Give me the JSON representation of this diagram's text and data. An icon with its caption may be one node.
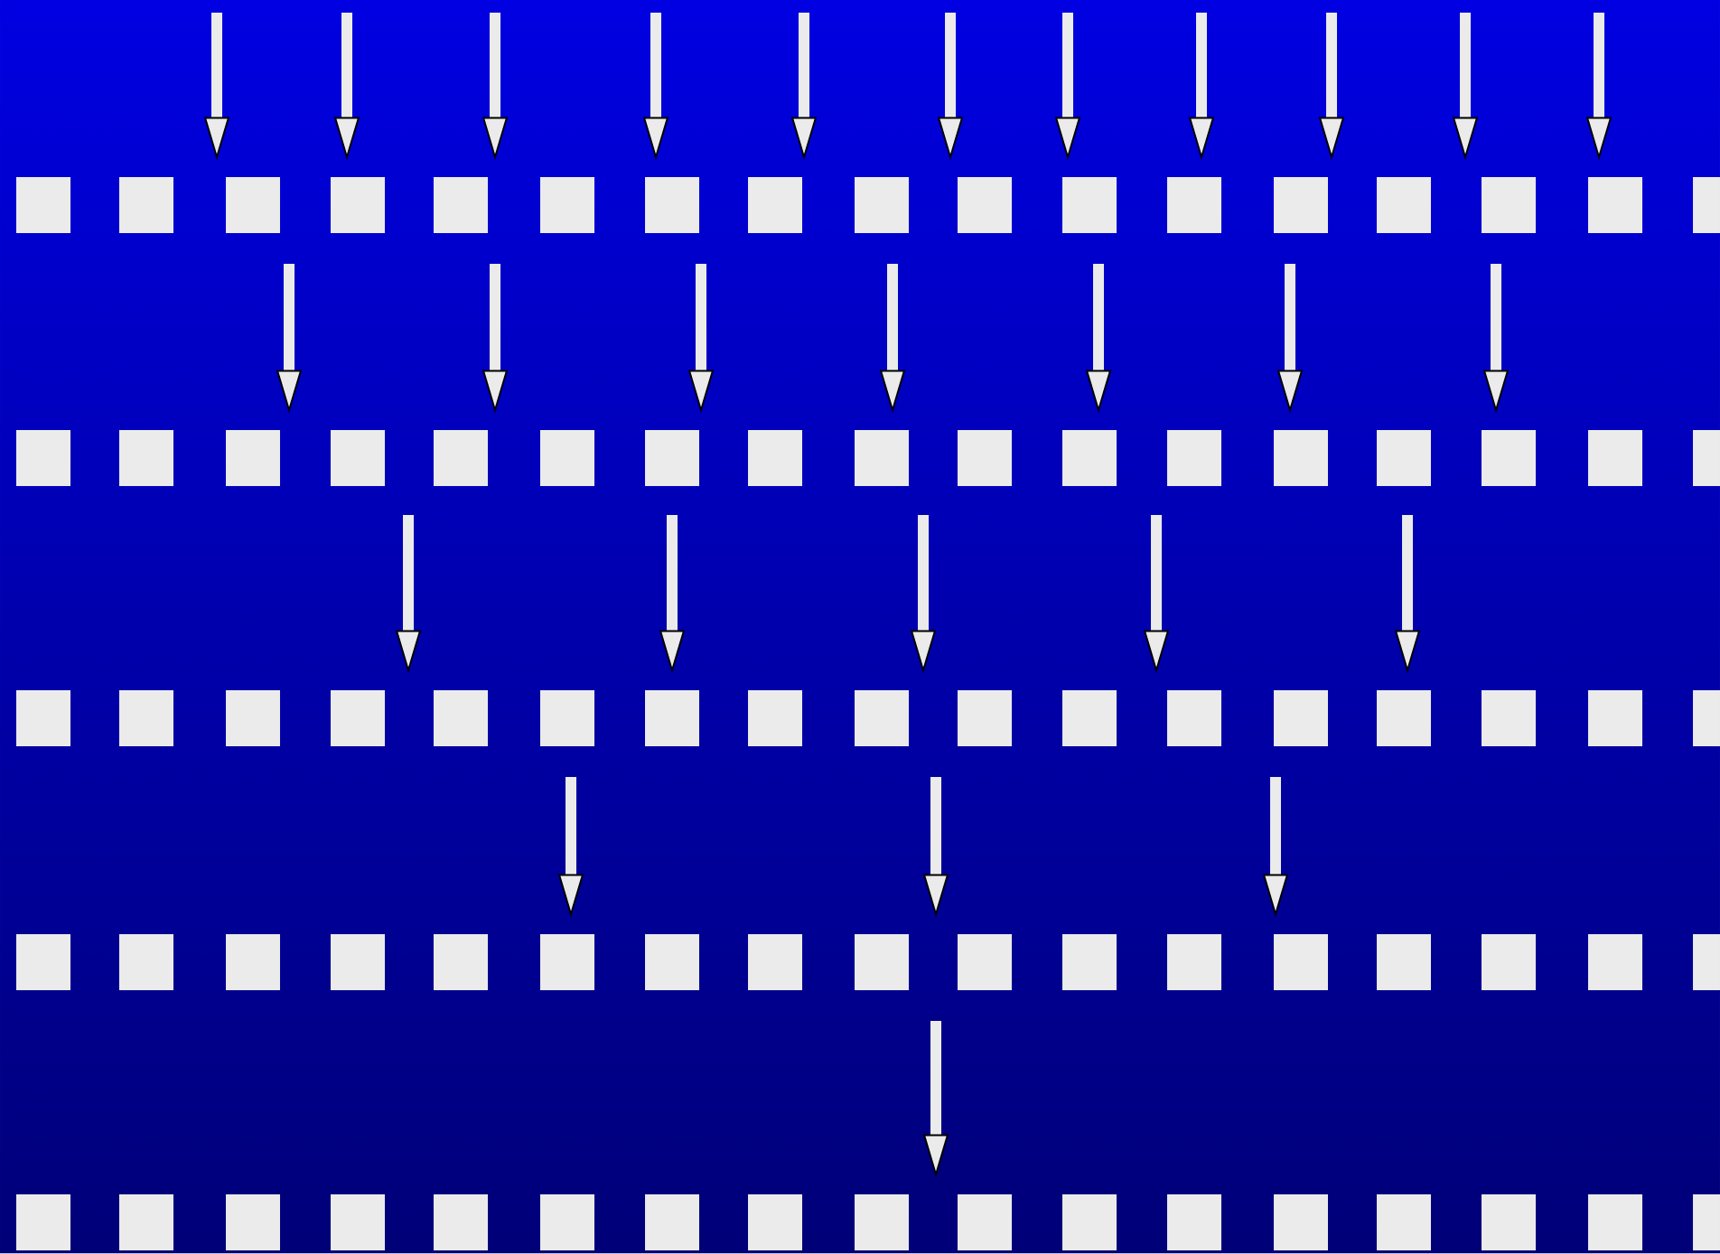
{
  "diagram": {
    "nodes": [
      {
        "text": [],
        "shape": "box"
      },
      {
        "text": [],
        "shape": "box"
      },
      {
        "text": [],
        "shape": "box"
      },
      {
        "text": [],
        "shape": "box"
      },
      {
        "text": [],
        "shape": "box"
      },
      {
        "text": [],
        "shape": "box"
      },
      {
        "text": [],
        "shape": "box"
      },
      {
        "text": [],
        "shape": "box"
      },
      {
        "text": [],
        "shape": "box"
      },
      {
        "text": [],
        "shape": "box"
      },
      {
        "text": [],
        "shape": "box"
      },
      {
        "text": [],
        "shape": "box"
      },
      {
        "text": [],
        "shape": "box"
      },
      {
        "text": [],
        "shape": "box"
      },
      {
        "text": [],
        "shape": "box"
      },
      {
        "text": [],
        "shape": "box"
      },
      {
        "text": [],
        "shape": "box"
      },
      {
        "text": [],
        "shape": "box"
      },
      {
        "text": [],
        "shape": "box"
      },
      {
        "text": [],
        "shape": "box"
      },
      {
        "text": [],
        "shape": "box"
      },
      {
        "text": [],
        "shape": "box"
      },
      {
        "text": [],
        "shape": "box"
      },
      {
        "text": [],
        "shape": "box"
      },
      {
        "text": [],
        "shape": "box"
      },
      {
        "text": [],
        "shape": "box"
      },
      {
        "text": [],
        "shape": "box"
      },
      {
        "text": [],
        "shape": "box"
      },
      {
        "text": [],
        "shape": "box"
      },
      {
        "text": [],
        "shape": "box"
      },
      {
        "text": [],
        "shape": "box"
      },
      {
        "text": [],
        "shape": "box"
      },
      {
        "text": [],
        "shape": "box"
      },
      {
        "text": [],
        "shape": "box"
      },
      {
        "text": [],
        "shape": "box"
      },
      {
        "text": [],
        "shape": "box"
      },
      {
        "text": [],
        "shape": "box"
      },
      {
        "text": [],
        "shape": "box"
      },
      {
        "text": [],
        "shape": "box"
      },
      {
        "text": [],
        "shape": "box"
      },
      {
        "text": [],
        "shape": "box"
      },
      {
        "text": [],
        "shape": "box"
      },
      {
        "text": [],
        "shape": "box"
      },
      {
        "text": [],
        "shape": "box"
      },
      {
        "text": [],
        "shape": "box"
      },
      {
        "text": [],
        "shape": "box"
      },
      {
        "text": [],
        "shape": "box"
      },
      {
        "text": [],
        "shape": "box"
      },
      {
        "text": [],
        "shape": "box"
      },
      {
        "text": [],
        "shape": "box"
      },
      {
        "text": [],
        "shape": "box"
      },
      {
        "text": [],
        "shape": "box"
      },
      {
        "text": [],
        "shape": "box"
      },
      {
        "text": [],
        "shape": "box"
      },
      {
        "text": [],
        "shape": "box"
      },
      {
        "text": [],
        "shape": "box"
      },
      {
        "text": [],
        "shape": "box"
      },
      {
        "text": [],
        "shape": "box"
      },
      {
        "text": [],
        "shape": "box"
      },
      {
        "text": [],
        "shape": "box"
      },
      {
        "text": [],
        "shape": "box"
      },
      {
        "text": [],
        "shape": "box"
      },
      {
        "text": [],
        "shape": "box"
      },
      {
        "text": [],
        "shape": "box"
      },
      {
        "text": [],
        "shape": "box"
      },
      {
        "text": [],
        "shape": "box"
      },
      {
        "text": [],
        "shape": "box"
      },
      {
        "text": [],
        "shape": "box"
      },
      {
        "text": [],
        "shape": "box"
      },
      {
        "text": [],
        "shape": "box"
      },
      {
        "text": [],
        "shape": "box"
      },
      {
        "text": [],
        "shape": "box"
      },
      {
        "text": [],
        "shape": "box"
      },
      {
        "text": [],
        "shape": "box"
      },
      {
        "text": [],
        "shape": "box"
      },
      {
        "text": [],
        "shape": "box"
      },
      {
        "text": [],
        "shape": "box"
      },
      {
        "text": [],
        "shape": "box"
      },
      {
        "text": [],
        "shape": "box"
      },
      {
        "text": [],
        "shape": "box"
      },
      {
        "text": [],
        "shape": "box"
      },
      {
        "text": [],
        "shape": "box"
      },
      {
        "text": [],
        "shape": "box"
      },
      {
        "text": [],
        "shape": "box"
      },
      {
        "text": [],
        "shape": "box"
      }
    ],
    "edges": [
      {
        "from": null,
        "to": 2,
        "arrow": "to"
      },
      {
        "from": null,
        "to": 3,
        "arrow": "to"
      },
      {
        "from": null,
        "to": 4,
        "arrow": "to"
      },
      {
        "from": null,
        "to": 6,
        "arrow": "to"
      },
      {
        "from": null,
        "to": 7,
        "arrow": "to"
      },
      {
        "from": null,
        "to": 9,
        "arrow": "to"
      },
      {
        "from": null,
        "to": 10,
        "arrow": "to"
      },
      {
        "from": null,
        "to": 11,
        "arrow": "to"
      },
      {
        "from": null,
        "to": 12,
        "arrow": "to"
      },
      {
        "from": null,
        "to": 14,
        "arrow": "to"
      },
      {
        "from": null,
        "to": 15,
        "arrow": "to"
      },
      {
        "from": null,
        "to": 19,
        "arrow": "to"
      },
      {
        "from": null,
        "to": 21,
        "arrow": "to"
      },
      {
        "from": null,
        "to": 23,
        "arrow": "to"
      },
      {
        "from": null,
        "to": 25,
        "arrow": "to"
      },
      {
        "from": null,
        "to": 27,
        "arrow": "to"
      },
      {
        "from": null,
        "to": 29,
        "arrow": "to"
      },
      {
        "from": null,
        "to": 31,
        "arrow": "to"
      },
      {
        "from": null,
        "to": 37,
        "arrow": "to"
      },
      {
        "from": null,
        "to": 40,
        "arrow": "to"
      },
      {
        "from": null,
        "to": 42,
        "arrow": "to"
      },
      {
        "from": null,
        "to": 45,
        "arrow": "to"
      },
      {
        "from": null,
        "to": 47,
        "arrow": "to"
      },
      {
        "from": null,
        "to": 56,
        "arrow": "to"
      },
      {
        "from": null,
        "to": 60,
        "arrow": "to"
      },
      {
        "from": null,
        "to": 63,
        "arrow": "to"
      },
      {
        "from": null,
        "to": 77,
        "arrow": "to"
      }
    ]
  }
}
